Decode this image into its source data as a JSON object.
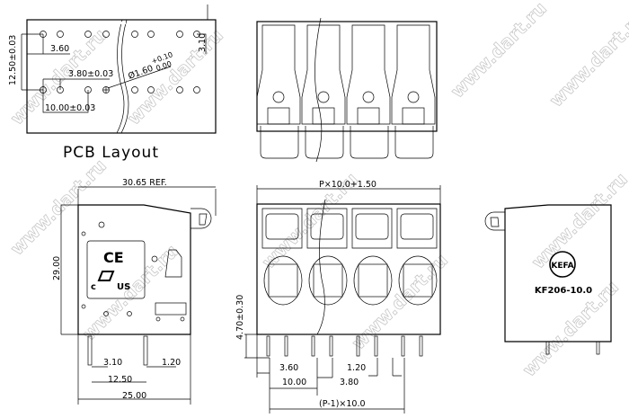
{
  "watermark": "www.dart.ru",
  "pcb_layout": {
    "title": "PCB Layout",
    "dim_row_spacing": "12.50±0.03",
    "dim_offset": "3.60",
    "dim_pin_spacing": "3.80±0.03",
    "dim_pitch": "10.00±0.03",
    "dim_hole": "Ø1.60",
    "dim_hole_tol_plus": "+0.10",
    "dim_hole_tol_minus": "0.00",
    "dim_edge": "3.10"
  },
  "side_view": {
    "dim_length": "30.65 REF.",
    "dim_height": "29.00",
    "dim_pin_offset": "3.10",
    "dim_pin_width": "1.20",
    "dim_pin_spacing": "12.50",
    "dim_base": "25.00",
    "mark_ce": "CE",
    "mark_ul_c": "c",
    "mark_ul_us": "US"
  },
  "front_view": {
    "dim_total": "P×10.0+1.50",
    "dim_pin_length": "4.70±0.30",
    "dim_offset": "3.60",
    "dim_pin_width": "1.20",
    "dim_pitch": "10.00",
    "dim_pin_spacing": "3.80",
    "dim_span": "(P-1)×10.0"
  },
  "right_view": {
    "brand": "KEFA",
    "model": "KF206-10.0"
  }
}
